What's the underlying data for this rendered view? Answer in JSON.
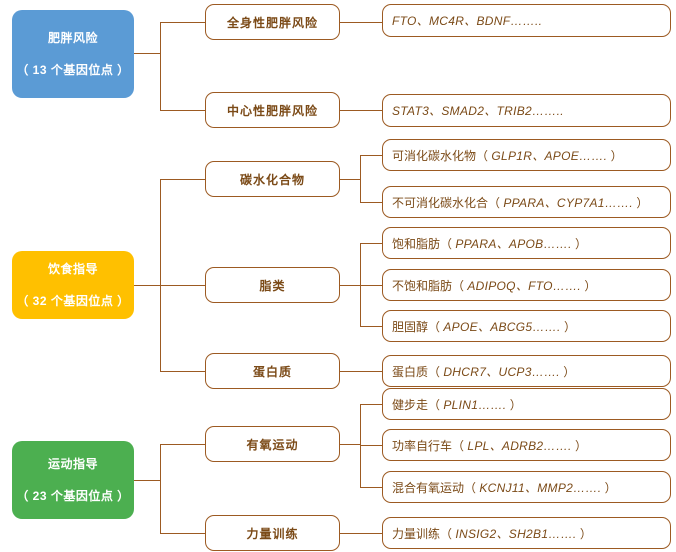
{
  "diagram": {
    "type": "tree",
    "title": "",
    "palette": {
      "obesity": "#5B9BD5",
      "diet": "#FFC000",
      "exercise": "#4CAF50",
      "line": "#9C5A22",
      "box_border": "#9C5A22",
      "box_text": "#7B4A17",
      "background": "#FFFFFF"
    },
    "categories": [
      {
        "id": "obesity",
        "title": "肥胖风险",
        "subtitle": "（ 13 个基因位点 ）",
        "color": "#5B9BD5",
        "branches": [
          {
            "label": "全身性肥胖风险",
            "leaves": [
              {
                "prefix": "",
                "genes": "FTO、MC4R、BDNF……..",
                "suffix": ""
              }
            ]
          },
          {
            "label": "中心性肥胖风险",
            "leaves": [
              {
                "prefix": "",
                "genes": "STAT3、SMAD2、TRIB2……..",
                "suffix": ""
              }
            ]
          }
        ]
      },
      {
        "id": "diet",
        "title": "饮食指导",
        "subtitle": "（ 32 个基因位点 ）",
        "color": "#FFC000",
        "branches": [
          {
            "label": "碳水化合物",
            "leaves": [
              {
                "prefix": "可消化碳水化物（ ",
                "genes": "GLP1R、APOE…….",
                "suffix": " ）"
              },
              {
                "prefix": "不可消化碳水化合（ ",
                "genes": "PPARA、CYP7A1…….",
                "suffix": " ）"
              }
            ]
          },
          {
            "label": "脂类",
            "leaves": [
              {
                "prefix": "饱和脂肪（ ",
                "genes": "PPARA、APOB…….",
                "suffix": " ）"
              },
              {
                "prefix": "不饱和脂肪（ ",
                "genes": "ADIPOQ、FTO…….",
                "suffix": " ）"
              },
              {
                "prefix": "胆固醇（ ",
                "genes": "APOE、ABCG5…….",
                "suffix": " ）"
              }
            ]
          },
          {
            "label": "蛋白质",
            "leaves": [
              {
                "prefix": "蛋白质（ ",
                "genes": "DHCR7、UCP3…….",
                "suffix": " ）"
              }
            ]
          }
        ]
      },
      {
        "id": "exercise",
        "title": "运动指导",
        "subtitle": "（ 23 个基因位点 ）",
        "color": "#4CAF50",
        "branches": [
          {
            "label": "有氧运动",
            "leaves": [
              {
                "prefix": "健步走（ ",
                "genes": "PLIN1…….",
                "suffix": " ）"
              },
              {
                "prefix": "功率自行车（ ",
                "genes": "LPL、ADRB2…….",
                "suffix": " ）"
              },
              {
                "prefix": "混合有氧运动（ ",
                "genes": "KCNJ11、MMP2…….",
                "suffix": " ）"
              }
            ]
          },
          {
            "label": "力量训练",
            "leaves": [
              {
                "prefix": "力量训练（ ",
                "genes": "INSIG2、SH2B1…….",
                "suffix": " ）"
              }
            ]
          }
        ]
      }
    ]
  }
}
